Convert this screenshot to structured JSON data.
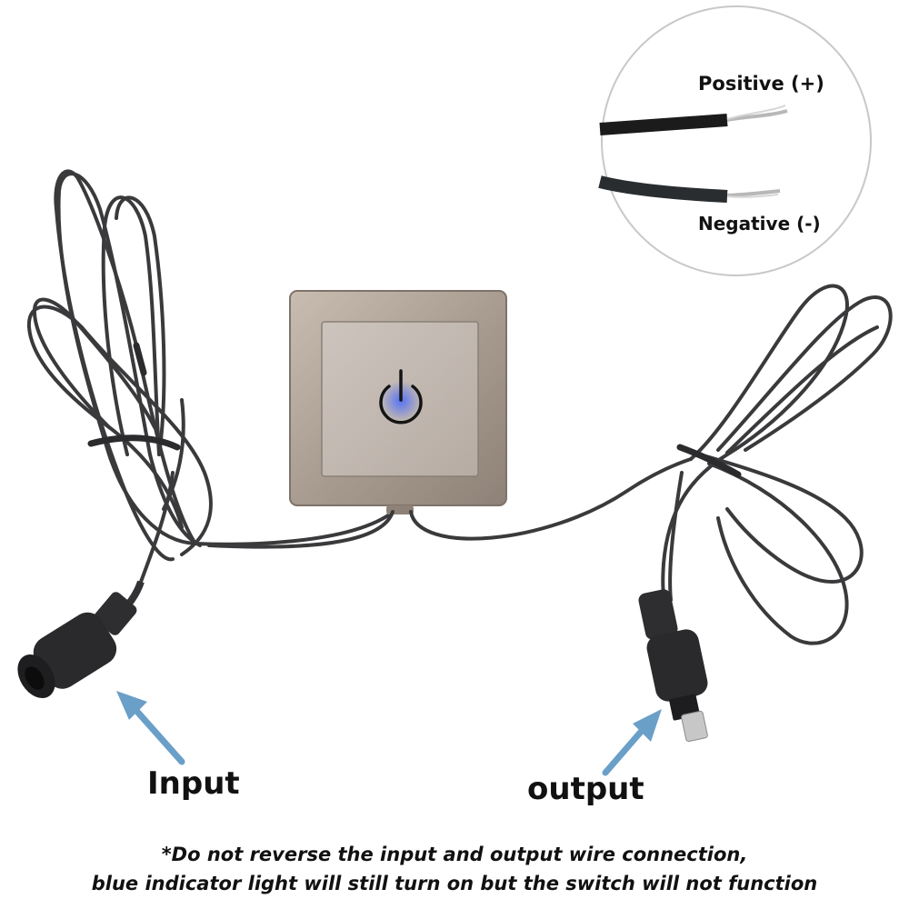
{
  "inset": {
    "positive_label": "Positive (+)",
    "negative_label": "Negative (-)"
  },
  "labels": {
    "input": "Input",
    "output": "output"
  },
  "warning": {
    "line1": "*Do not reverse the input and output wire connection,",
    "line2": "blue indicator light will still turn on but the switch will not function"
  },
  "colors": {
    "background": "#ffffff",
    "cable": "#3a3a3c",
    "arrow": "#6a9fc8",
    "indicator": "#3355ff",
    "plate": "#b7aba1",
    "text": "#111111"
  },
  "icons": {
    "switch_symbol": "power-icon"
  }
}
